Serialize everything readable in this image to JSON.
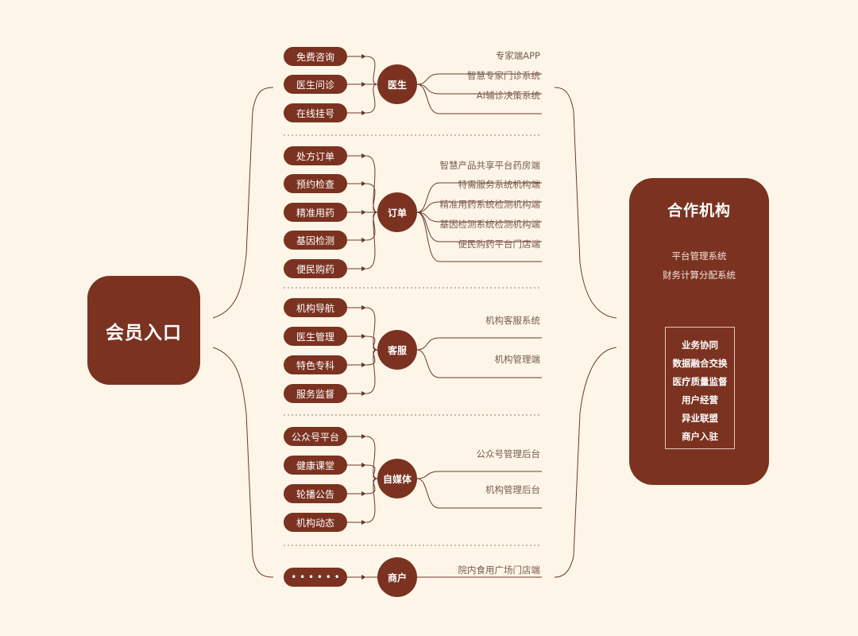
{
  "member_entry": {
    "label": "会员入口"
  },
  "partner": {
    "title": "合作机构",
    "systems": [
      "平台管理系统",
      "财务计算分配系统"
    ],
    "features": [
      "业务协同",
      "数据融合交换",
      "医疗质量监督",
      "用户经营",
      "异业联盟",
      "商户入驻"
    ]
  },
  "groups": [
    {
      "hub": "医生",
      "leaves": [
        "免费咨询",
        "医生问诊",
        "在线挂号"
      ],
      "systems": [
        "专家端APP",
        "智慧专家门诊系统",
        "AI辅诊决策系统"
      ]
    },
    {
      "hub": "订单",
      "leaves": [
        "处方订单",
        "预约检查",
        "精准用药",
        "基因检测",
        "便民购药"
      ],
      "systems": [
        "智慧产品共享平台药房端",
        "特需服务系统机构端",
        "精准用药系统检测机构端",
        "基因检测系统检测机构端",
        "便民购药平台门店端"
      ]
    },
    {
      "hub": "客服",
      "leaves": [
        "机构导航",
        "医生管理",
        "特色专科",
        "服务监督"
      ],
      "systems": [
        "机构客服系统",
        "机构管理端"
      ]
    },
    {
      "hub": "自媒体",
      "leaves": [
        "公众号平台",
        "健康课堂",
        "轮播公告",
        "机构动态"
      ],
      "systems": [
        "公众号管理后台",
        "机构管理后台"
      ]
    },
    {
      "hub": "商户",
      "leaves": [
        "• • • • • •"
      ],
      "systems": [
        "院内食用广场门店端"
      ]
    }
  ],
  "colors": {
    "brown": "#7b3220",
    "background": "#fdf6e8",
    "line": "#6b3a2a",
    "label": "#7a5a50"
  }
}
